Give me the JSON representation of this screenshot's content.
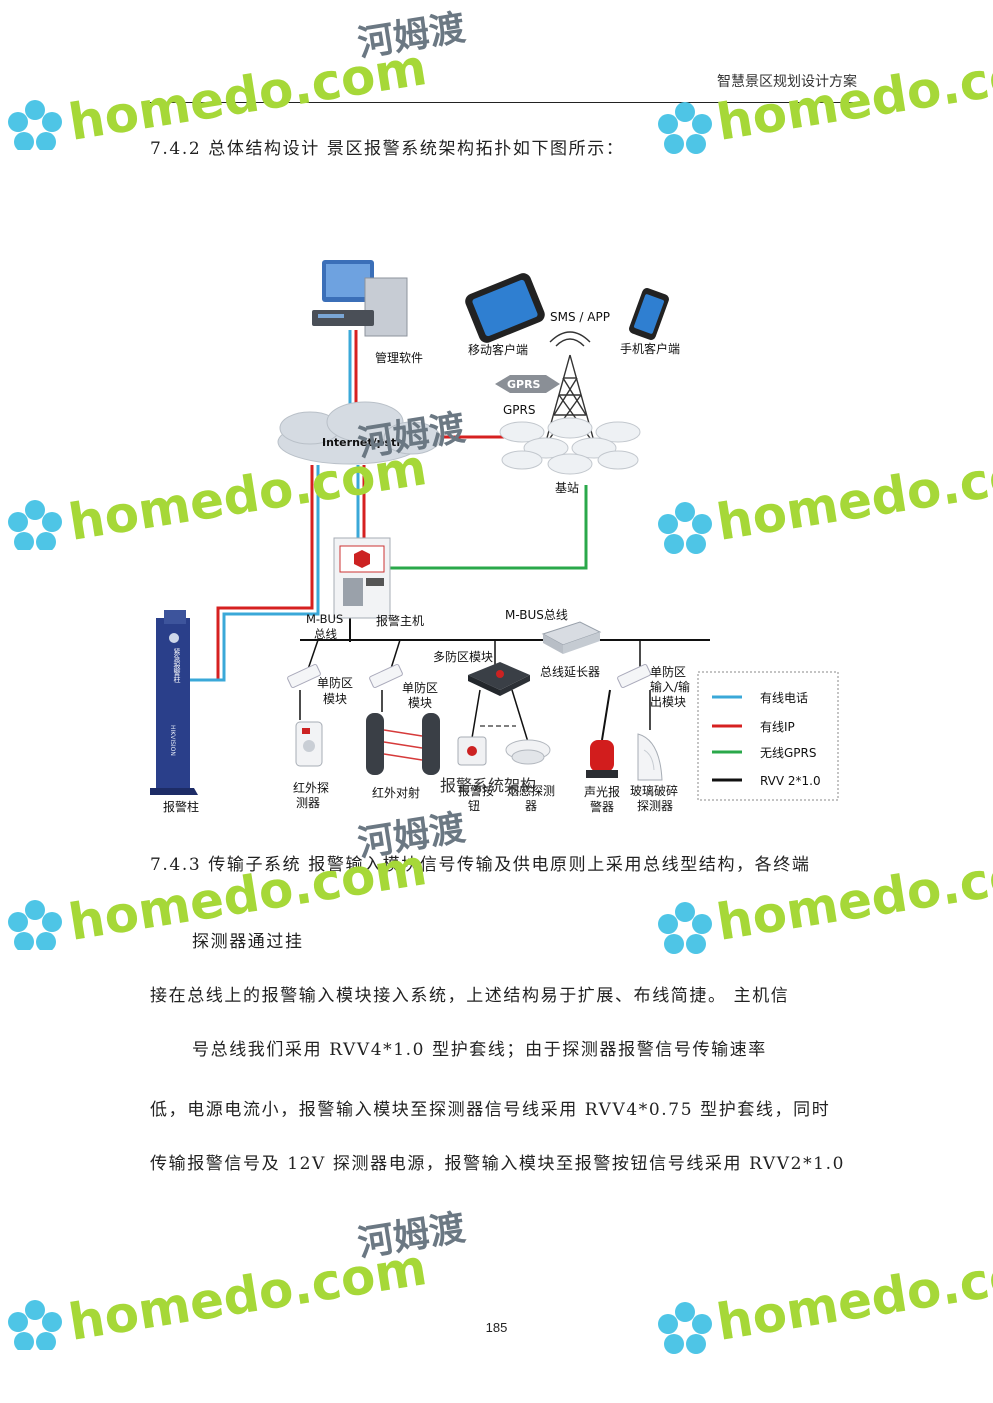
{
  "header": {
    "title": "智慧景区规划设计方案"
  },
  "section_742": "7.4.2 总体结构设计 景区报警系统架构拓扑如下图所示：",
  "diagram": {
    "management_software": "管理软件",
    "mobile_client": "移动客户端",
    "sms_app": "SMS / APP",
    "phone_client": "手机客户端",
    "gprs_badge": "GPRS",
    "gprs_label": "GPRS",
    "internet": "Internet/pstn",
    "base_station": "基站",
    "alarm_host": "报警主机",
    "mbus_left_1": "M-BUS",
    "mbus_left_2": "总线",
    "mbus_top": "M-BUS总线",
    "multi_zone": "多防区模块",
    "bus_extender": "总线延长器",
    "single_zone_io_1": "单防区",
    "single_zone_io_2": "输入/输",
    "single_zone_io_3": "出模块",
    "single_zone_a_1": "单防区",
    "single_zone_a_2": "模块",
    "single_zone_b_1": "单防区",
    "single_zone_b_2": "模块",
    "alarm_pillar": "报警柱",
    "pillar_brand": "HIKVISION",
    "pillar_sign": "紧急报警柱",
    "ir_detector_1": "红外探",
    "ir_detector_2": "测器",
    "ir_beam": "红外对射",
    "alarm_button_1": "报警按",
    "alarm_button_2": "钮",
    "smoke_1": "烟感探测",
    "smoke_2": "器",
    "strobe_1": "声光报",
    "strobe_2": "警器",
    "glass_1": "玻璃破碎",
    "glass_2": "探测器",
    "caption": "报警系统架构",
    "legend": [
      {
        "label": "有线电话",
        "color": "#3aa8d8"
      },
      {
        "label": "有线IP",
        "color": "#d62020"
      },
      {
        "label": "无线GPRS",
        "color": "#2aa84a"
      },
      {
        "label": "RVV 2*1.0",
        "color": "#111111"
      }
    ]
  },
  "section_743": {
    "line1": "7.4.3 传输子系统 报警输入模块信号传输及供电原则上采用总线型结构，各终端",
    "line2": "探测器通过挂",
    "line3": "接在总线上的报警输入模块接入系统，上述结构易于扩展、布线简捷。 主机信",
    "line4": "号总线我们采用 RVV4*1.0 型护套线；由于探测器报警信号传输速率",
    "line5": "低，电源电流小，报警输入模块至探测器信号线采用 RVV4*0.75 型护套线，同时",
    "line6": "传输报警信号及 12V 探测器电源，报警输入模块至报警按钮信号线采用 RVV2*1.0"
  },
  "page_number": "185",
  "watermark": {
    "latin": "homedo.com",
    "chinese": "河姆渡"
  }
}
